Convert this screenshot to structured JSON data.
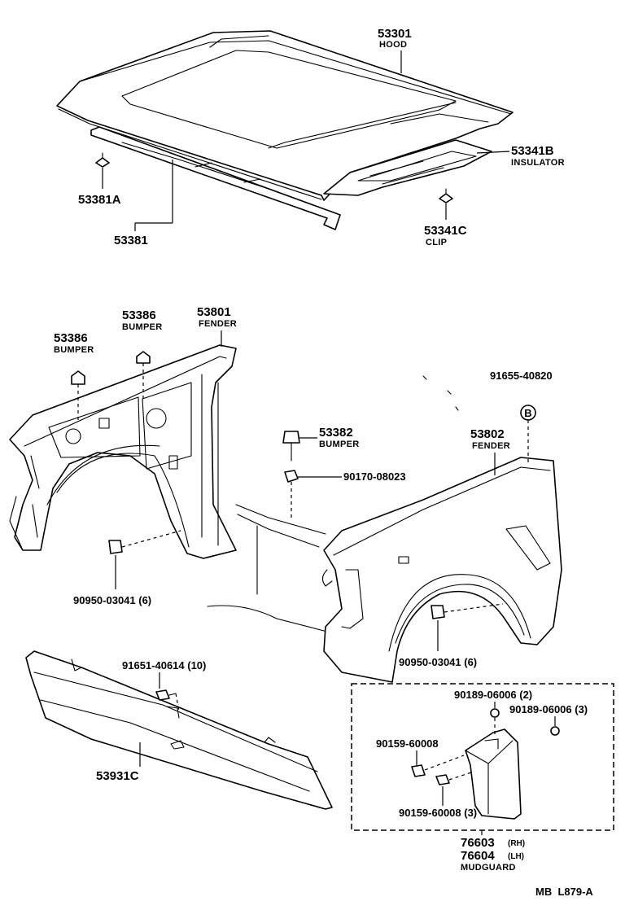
{
  "diagram": {
    "code": "MB  L879-A",
    "parts": {
      "hood": {
        "number": "53301",
        "name": "HOOD"
      },
      "insulator": {
        "number": "53341B",
        "name": "INSULATOR"
      },
      "hood_clip": {
        "number": "53341C",
        "name": "CLIP"
      },
      "hood_seal_clip": {
        "number": "53381A"
      },
      "hood_seal": {
        "number": "53381"
      },
      "bumper_lh_front": {
        "number": "53386",
        "name": "BUMPER"
      },
      "bumper_lh_rear": {
        "number": "53386",
        "name": "BUMPER"
      },
      "fender_lh": {
        "number": "53801",
        "name": "FENDER"
      },
      "fender_rh": {
        "number": "53802",
        "name": "FENDER"
      },
      "hood_bumper": {
        "number": "53382",
        "name": "BUMPER"
      },
      "nut": {
        "number": "90170-08023"
      },
      "bolt_b": {
        "number": "91655-40820",
        "marker": "B"
      },
      "fender_clip_lh": {
        "number": "90950-03041 (6)"
      },
      "fender_clip_rh": {
        "number": "90950-03041 (6)"
      },
      "apron_bolt": {
        "number": "91651-40614 (10)"
      },
      "apron": {
        "number": "53931C"
      },
      "mud_screw_a": {
        "number": "90189-06006 (2)"
      },
      "mud_screw_b": {
        "number": "90189-06006 (3)"
      },
      "mud_screw_c": {
        "number": "90159-60008"
      },
      "mud_screw_d": {
        "number": "90159-60008 (3)"
      },
      "mudguard": {
        "number_rh": "76603",
        "side_rh": "(RH)",
        "number_lh": "76604",
        "side_lh": "(LH)",
        "name": "MUDGUARD"
      }
    }
  }
}
